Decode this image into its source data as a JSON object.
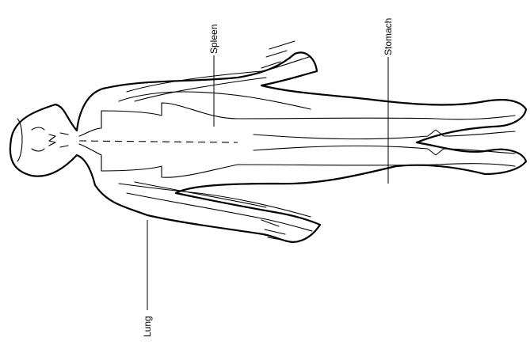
{
  "labels": {
    "spleen": "Spleen",
    "stomach": "Stomach",
    "lung": "Lung"
  }
}
